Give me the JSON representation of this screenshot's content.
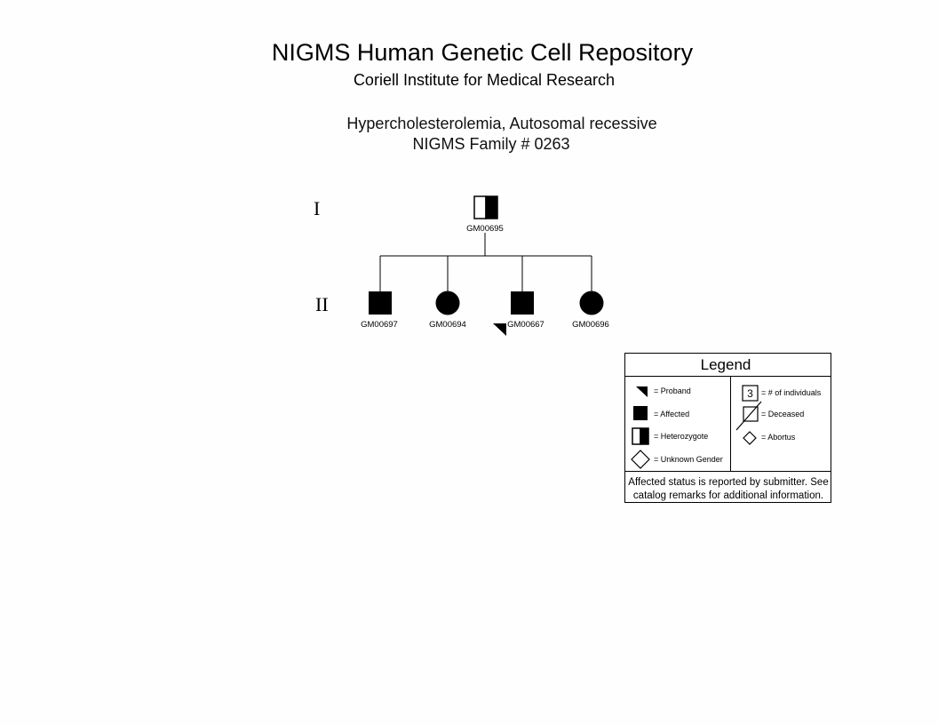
{
  "header": {
    "title": "NIGMS Human Genetic Cell Repository",
    "subtitle": "Coriell Institute for Medical Research"
  },
  "pedigree": {
    "disease": "Hypercholesterolemia, Autosomal recessive",
    "family": "NIGMS Family # 0263",
    "generations": [
      "I",
      "II"
    ],
    "individuals": [
      {
        "id": "GM00695",
        "generation": "I",
        "sex": "male",
        "status": "heterozygote",
        "proband": false
      },
      {
        "id": "GM00697",
        "generation": "II",
        "sex": "male",
        "status": "affected",
        "proband": false
      },
      {
        "id": "GM00694",
        "generation": "II",
        "sex": "female",
        "status": "affected",
        "proband": false
      },
      {
        "id": "GM00667",
        "generation": "II",
        "sex": "male",
        "status": "affected",
        "proband": true
      },
      {
        "id": "GM00696",
        "generation": "II",
        "sex": "female",
        "status": "affected",
        "proband": false
      }
    ]
  },
  "legend": {
    "title": "Legend",
    "proband": "= Proband",
    "affected": "= Affected",
    "heterozygote": "= Heterozygote",
    "unknown_gender": "= Unknown Gender",
    "individuals_number": "3",
    "individuals": "= # of individuals",
    "deceased": "= Deceased",
    "abortus": "= Abortus",
    "note_line1": "Affected status is reported by submitter. See",
    "note_line2": "catalog remarks for additional information."
  }
}
